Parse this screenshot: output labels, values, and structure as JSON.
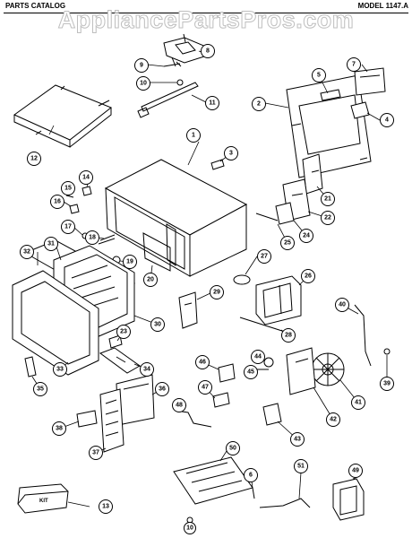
{
  "header": {
    "catalog_label": "PARTS CATALOG",
    "model_label": "MODEL 1147.A",
    "watermark": "AppliancePartsPros.com"
  },
  "callouts": [
    "1",
    "2",
    "3",
    "4",
    "5",
    "6",
    "7",
    "8",
    "9",
    "10",
    "11",
    "12",
    "13",
    "14",
    "15",
    "16",
    "17",
    "18",
    "19",
    "20",
    "21",
    "22",
    "23",
    "24",
    "25",
    "26",
    "27",
    "28",
    "29",
    "30",
    "31",
    "32",
    "33",
    "34",
    "35",
    "36",
    "37",
    "38",
    "39",
    "40",
    "41",
    "42",
    "43",
    "44",
    "45",
    "46",
    "47",
    "48",
    "49",
    "50",
    "51"
  ],
  "part_labels": {
    "part_13_label": "KIT"
  }
}
